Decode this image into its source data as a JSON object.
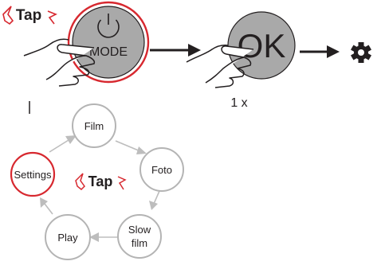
{
  "step1": {
    "tap_label": "Tap",
    "button_label": "MODE"
  },
  "step2": {
    "button_label": "OK",
    "count_label": "1 x"
  },
  "result_icon": "gear-icon",
  "cycle": {
    "tap_label": "Tap",
    "nodes": [
      {
        "id": "film",
        "lines": [
          "Film"
        ],
        "highlight": false
      },
      {
        "id": "foto",
        "lines": [
          "Foto"
        ],
        "highlight": false
      },
      {
        "id": "slow-film",
        "lines": [
          "Slow",
          "film"
        ],
        "highlight": false
      },
      {
        "id": "play",
        "lines": [
          "Play"
        ],
        "highlight": false
      },
      {
        "id": "settings",
        "lines": [
          "Settings"
        ],
        "highlight": true
      }
    ]
  },
  "colors": {
    "accent_red": "#d7282f",
    "button_grey": "#a9a9a9",
    "circle_outline": "#b4b4b4",
    "arrow_grey": "#bdbdbd",
    "text": "#231f20"
  }
}
